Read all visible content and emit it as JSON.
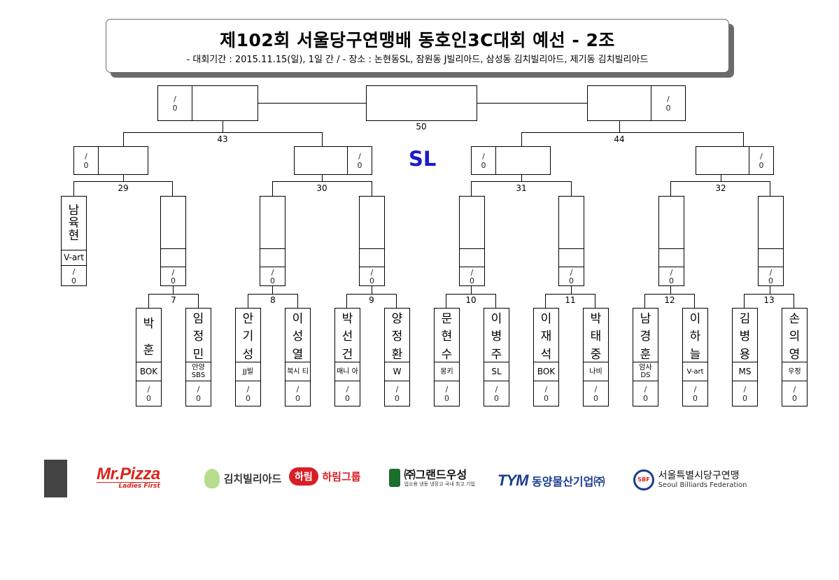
{
  "title": "제102회 서울당구연맹배 동호인3C대회 예선 - 2조",
  "subtitle": "- 대회기간 : 2015.11.15(일), 1일 간 / - 장소 : 논현동SL, 잠원동 J빌리아드, 삼성동 김치빌리아드, 제기동 김치빌리아드",
  "venue": "SL",
  "score_slash": "/",
  "score_zero": "0",
  "matches": {
    "m7": "7",
    "m8": "8",
    "m9": "9",
    "m10": "10",
    "m11": "11",
    "m12": "12",
    "m13": "13",
    "m29": "29",
    "m30": "30",
    "m31": "31",
    "m32": "32",
    "m43": "43",
    "m44": "44",
    "m50": "50"
  },
  "seed": {
    "name_chars": [
      "남",
      "육",
      "현"
    ],
    "club": "V-art"
  },
  "players": [
    {
      "chars": [
        "박",
        "훈"
      ],
      "club": "BOK"
    },
    {
      "chars": [
        "임",
        "정",
        "민"
      ],
      "club": "안양 SBS"
    },
    {
      "chars": [
        "안",
        "기",
        "성"
      ],
      "club": "JJ빌"
    },
    {
      "chars": [
        "이",
        "성",
        "열"
      ],
      "club": "북시 티"
    },
    {
      "chars": [
        "박",
        "선",
        "건"
      ],
      "club": "매니 아"
    },
    {
      "chars": [
        "양",
        "정",
        "환"
      ],
      "club": "W"
    },
    {
      "chars": [
        "문",
        "현",
        "수"
      ],
      "club": "몽키"
    },
    {
      "chars": [
        "이",
        "병",
        "주"
      ],
      "club": "SL"
    },
    {
      "chars": [
        "이",
        "재",
        "석"
      ],
      "club": "BOK"
    },
    {
      "chars": [
        "박",
        "태",
        "중"
      ],
      "club": "나비"
    },
    {
      "chars": [
        "남",
        "경",
        "훈"
      ],
      "club": "암사 DS"
    },
    {
      "chars": [
        "이",
        "하",
        "늘"
      ],
      "club": "V-art"
    },
    {
      "chars": [
        "김",
        "병",
        "용"
      ],
      "club": "MS"
    },
    {
      "chars": [
        "손",
        "의",
        "영"
      ],
      "club": "우정"
    }
  ],
  "sponsors": {
    "mrpizza": "Mr.Pizza",
    "mrpizza_tag": "Ladies First",
    "kimchi": "김치빌리아드",
    "harim_badge": "하림",
    "harim": "하림그룹",
    "grand": "㈜그랜드우성",
    "grand_tag": "업소용 냉동 냉장고 국내 최고 기업",
    "tym_logo": "TYM",
    "tym": "동양물산기업㈜",
    "sbf_badge": "SBF",
    "sbf": "서울특별시당구연맹",
    "sbf_en": "Seoul Billiards Federation"
  },
  "colors": {
    "venue": "#1a1ad0",
    "mrpizza": "#d8261c",
    "harim": "#d81f26",
    "tym": "#1b3c8e",
    "grand": "#1c6e2c"
  }
}
